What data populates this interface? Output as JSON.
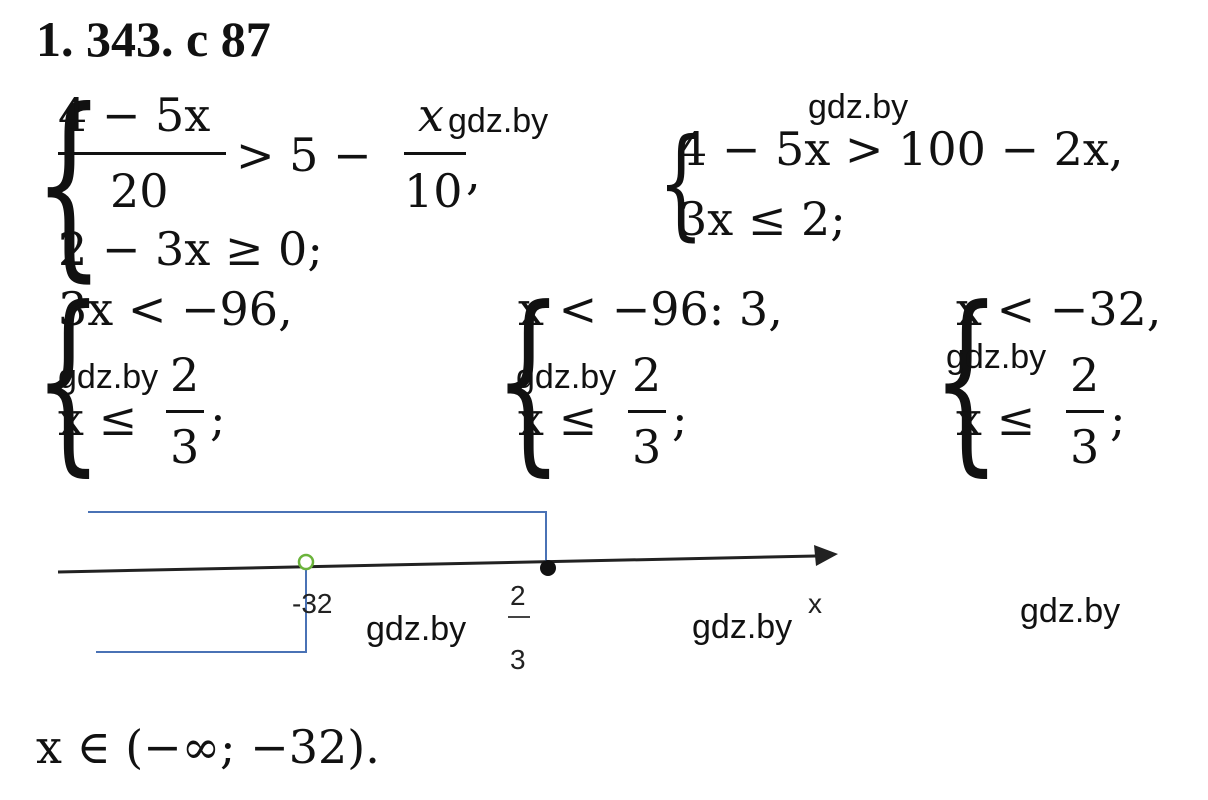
{
  "title": "1. 343. с 87",
  "watermark": "gdz.by",
  "system1": {
    "frac1_num": "4 − 5x",
    "frac1_den": "20",
    "gt": "> 5 −",
    "frac2_num": "x",
    "frac2_den": "10",
    "comma": ",",
    "line2": "2 − 3x ≥ 0;"
  },
  "system2": {
    "line1": "4 − 5x > 100 − 2x,",
    "line2": "3x ≤ 2;"
  },
  "system3": {
    "line1": "3x < −96,",
    "line2_lhs": "x ≤",
    "frac_num": "2",
    "frac_den": "3",
    "semicolon": ";"
  },
  "system4": {
    "line1": "x < −96: 3,",
    "line2_lhs": "x ≤",
    "frac_num": "2",
    "frac_den": "3",
    "semicolon": ";"
  },
  "system5": {
    "line1": "x < −32,",
    "line2_lhs": "x ≤",
    "frac_num": "2",
    "frac_den": "3",
    "semicolon": ";"
  },
  "numberline": {
    "label_a": "-32",
    "label_b_num": "2",
    "label_b_den": "3",
    "axis_label": "x"
  },
  "answer": "x ∈ (−∞; −32)."
}
